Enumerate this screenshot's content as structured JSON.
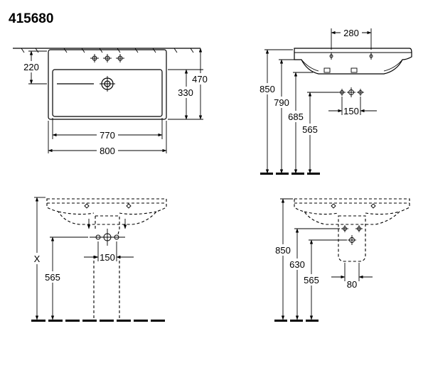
{
  "title": "415680",
  "top_view": {
    "dims": [
      "220",
      "470",
      "330",
      "770",
      "800"
    ]
  },
  "side_view": {
    "dims": [
      "280",
      "850",
      "790",
      "685",
      "565",
      "150"
    ]
  },
  "pedestal_view": {
    "dims": [
      "X",
      "565",
      "150"
    ]
  },
  "semi_pedestal_view": {
    "dims": [
      "850",
      "630",
      "565",
      "80"
    ]
  }
}
